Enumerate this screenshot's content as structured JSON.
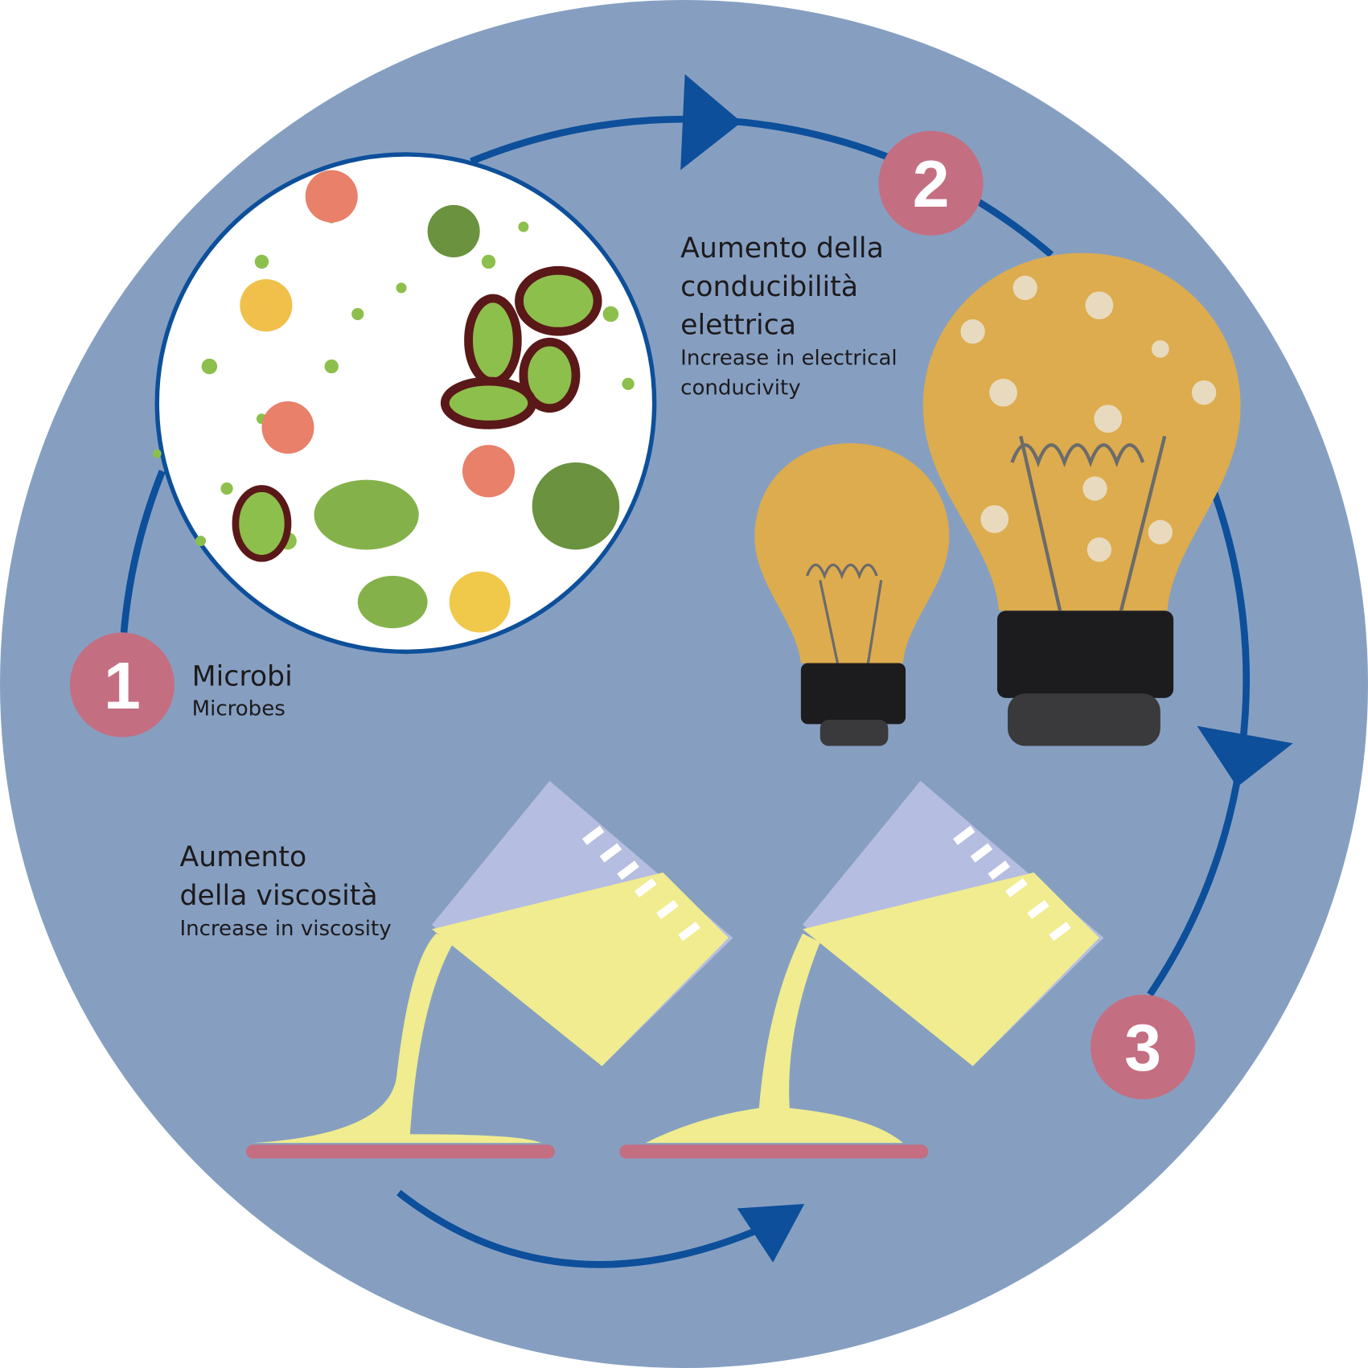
{
  "steps": [
    {
      "number": "1",
      "title_it": "Microbi",
      "title_en": "Microbes"
    },
    {
      "number": "2",
      "title_it_lines": [
        "Aumento della",
        "conducibilità",
        "elettrica"
      ],
      "title_en_lines": [
        "Increase in electrical",
        "conducivity"
      ]
    },
    {
      "number": "3",
      "title_it_lines": [
        "Aumento",
        "della viscosità"
      ],
      "title_en": "Increase in viscosity"
    }
  ],
  "colors": {
    "background": "#869fc1",
    "arrow": "#0d4f9a",
    "badge": "#c46e82",
    "bulb": "#ddac4e",
    "liquid": "#f0ec8f",
    "beaker": "#b5bde0"
  }
}
